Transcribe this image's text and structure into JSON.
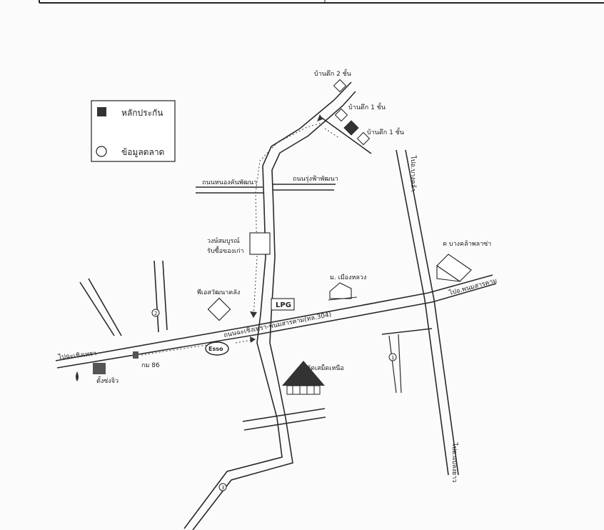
{
  "legend": {
    "collateral_label": "หลักประกัน",
    "market_label": "ข้อมูลตลาด"
  },
  "houses": {
    "house_2_storey": "บ้านตึก 2 ชั้น",
    "house_1_storey_a": "บ้านตึก 1 ชั้น",
    "house_1_storey_b": "บ้านตึก 1 ชั้น"
  },
  "roads": {
    "nong_kan_phatthana": "ถนนหนองคันพัฒนา",
    "rung_fa_phatthana": "ถนนรุ่งฟ้าพัฒนา",
    "main_road": "ถนนฉะเชิงเทรา-พนมสารคาม(ทล.304)",
    "to_chachoengsao": "ไปฉะเชิงเทรา",
    "to_phanom_sarakham": "ไปอ.พนมสารคาม",
    "to_bang_khla": "ไปอ.บางคล้า",
    "to_plaeng_yao": "ไปอ.แปลงยาว"
  },
  "places": {
    "wongsombun": "วงษ์สมบูรณ์",
    "rap_sue": "รับซื้อของเก่า",
    "ps_wiwat": "พีเอสวัฒนาคลัง",
    "lpg": "LPG",
    "esso": "Esso",
    "km86": "กม 86",
    "muang_luang": "ม. เมืองหลวง",
    "wat": "วัดเสม็ดเหนือ",
    "bangkla_farm": "ค บางคล้าพลาซ่า",
    "tang_song_chiu": "ตั้งซ่งจิว"
  },
  "markers": {
    "m1": "1",
    "m2": "2",
    "m3": "3"
  }
}
